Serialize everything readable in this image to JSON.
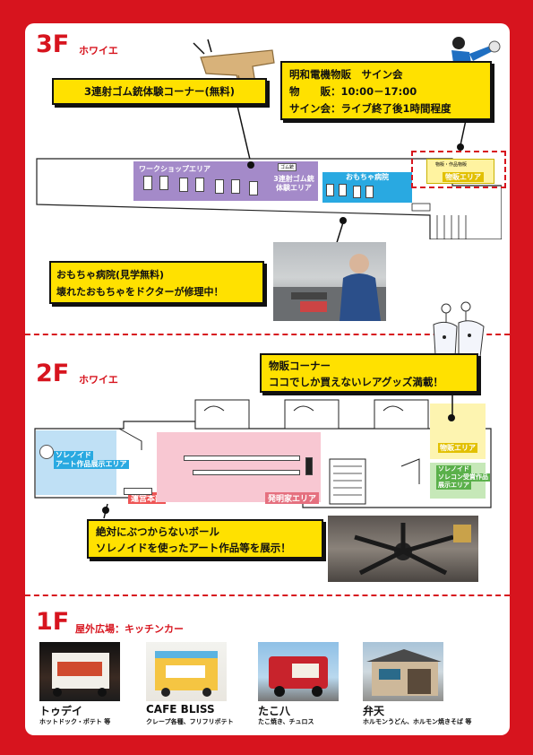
{
  "floor3": {
    "num": "3F",
    "label": "ホワイエ",
    "callout_gun": "3連射ゴム銃体験コーナー(無料)",
    "callout_merch": [
      "明和電機物販　サイン会",
      "物　　販：10:00－17:00",
      "サイン会：ライブ終了後1時間程度"
    ],
    "callout_hospital": [
      "おもちゃ病院(見学無料)",
      "壊れたおもちゃをドクターが修理中！"
    ],
    "zones": {
      "workshop": "ワークショップエリア",
      "gun": [
        "3連射ゴム銃",
        "体験エリア"
      ],
      "gun_small": "ゴム銃",
      "hospital": "おもちゃ病院",
      "merch": "物販エリア",
      "merch_small": "物販・作品物販"
    }
  },
  "floor2": {
    "num": "2F",
    "label": "ホワイエ",
    "callout_merch": [
      "物販コーナー",
      "ココでしか買えないレアグッズ満載！"
    ],
    "callout_art": [
      "絶対にぶつからないボール",
      "ソレノイドを使ったアート作品等を展示！"
    ],
    "zones": {
      "solenoid_art": [
        "ソレノイド",
        "アート作品展示エリア"
      ],
      "hq": "運営本部",
      "inventor": "発明家エリア",
      "merch": "物販エリア",
      "solenoid_contest": [
        "ソレノイド",
        "ソレコン受賞作品",
        "展示エリア"
      ]
    }
  },
  "floor1": {
    "num": "1F",
    "label": "屋外広場：キッチンカー",
    "cars": [
      {
        "name": "トゥデイ",
        "desc": "ホットドック・ポテト 等"
      },
      {
        "name": "CAFE BLISS",
        "desc": "クレープ各種、フリフリポテト"
      },
      {
        "name": "たこ八",
        "desc": "たこ焼き、チュロス"
      },
      {
        "name": "弁天",
        "desc": "ホルモンうどん、ホルモン焼きそば 等"
      }
    ]
  }
}
